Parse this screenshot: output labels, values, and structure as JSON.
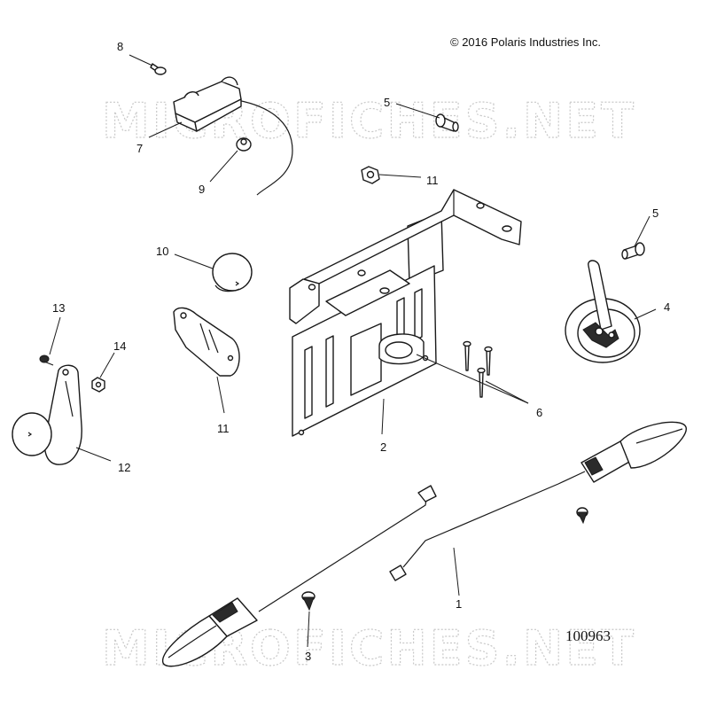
{
  "copyright": "© 2016  Polaris Industries Inc.",
  "document_number": "100963",
  "watermark_text": "MICROFICHES.NET",
  "callouts": {
    "c1": "1",
    "c2": "2",
    "c3": "3",
    "c4": "4",
    "c5a": "5",
    "c5b": "5",
    "c6": "6",
    "c7": "7",
    "c8": "8",
    "c9": "9",
    "c10": "10",
    "c11a": "11",
    "c11b": "11",
    "c12": "12",
    "c13": "13",
    "c14": "14"
  }
}
